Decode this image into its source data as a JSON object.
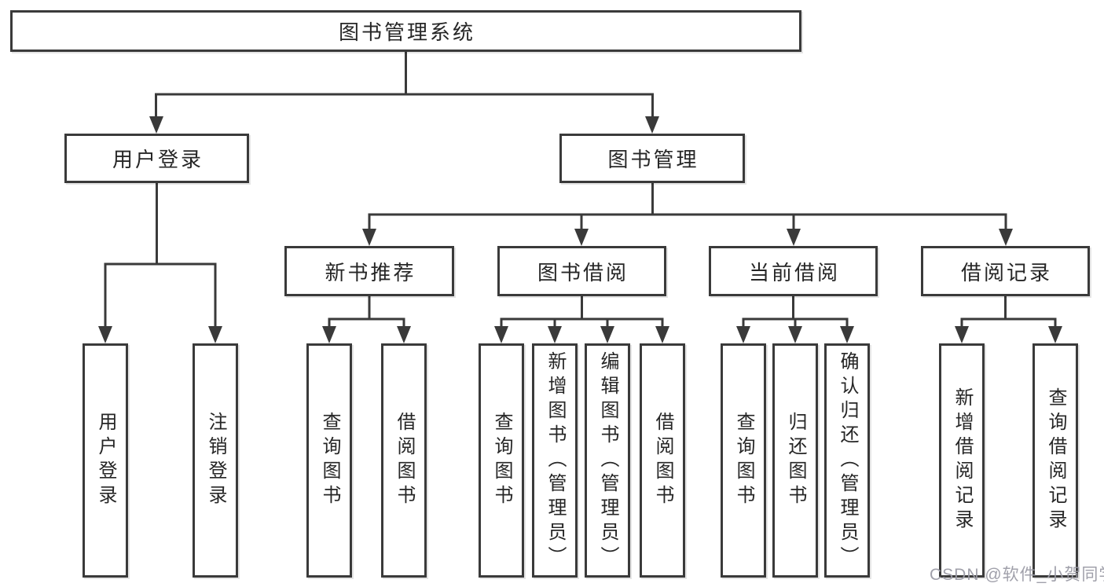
{
  "tree": {
    "label": "图书管理系统",
    "children": [
      {
        "label": "用户登录",
        "children": [
          {
            "label": "用户登录"
          },
          {
            "label": "注销登录"
          }
        ]
      },
      {
        "label": "图书管理",
        "children": [
          {
            "label": "新书推荐",
            "children": [
              {
                "label": "查询图书"
              },
              {
                "label": "借阅图书"
              }
            ]
          },
          {
            "label": "图书借阅",
            "children": [
              {
                "label": "查询图书"
              },
              {
                "label": "新增图书（管理员）"
              },
              {
                "label": "编辑图书（管理员）"
              },
              {
                "label": "借阅图书"
              }
            ]
          },
          {
            "label": "当前借阅",
            "children": [
              {
                "label": "查询图书"
              },
              {
                "label": "归还图书"
              },
              {
                "label": "确认归还（管理员）"
              }
            ]
          },
          {
            "label": "借阅记录",
            "children": [
              {
                "label": "新增借阅记录"
              },
              {
                "label": "查询借阅记录"
              }
            ]
          }
        ]
      }
    ]
  },
  "watermark": {
    "text": "CSDN @软件_小贺同学"
  },
  "icons": {
    "connector_arrow": "arrow-down"
  },
  "colors": {
    "line": "#3a3a3a",
    "box_border": "#3a3a3a",
    "background": "#ffffff",
    "text": "#262626",
    "watermark": "#9b9ba6"
  }
}
